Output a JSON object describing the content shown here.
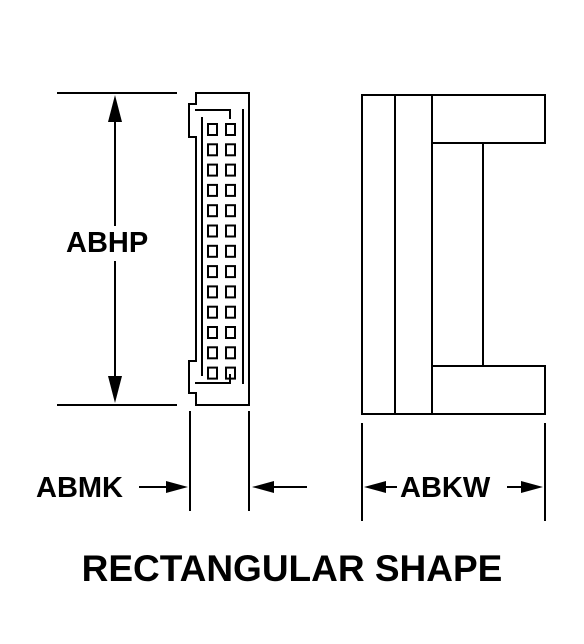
{
  "labels": {
    "height": "ABHP",
    "thickness": "ABMK",
    "width": "ABKW"
  },
  "caption": "RECTANGULAR SHAPE",
  "connector": {
    "contact_rows": 13,
    "contact_columns": 2
  },
  "colors": {
    "line": "#000000",
    "background": "#ffffff"
  }
}
